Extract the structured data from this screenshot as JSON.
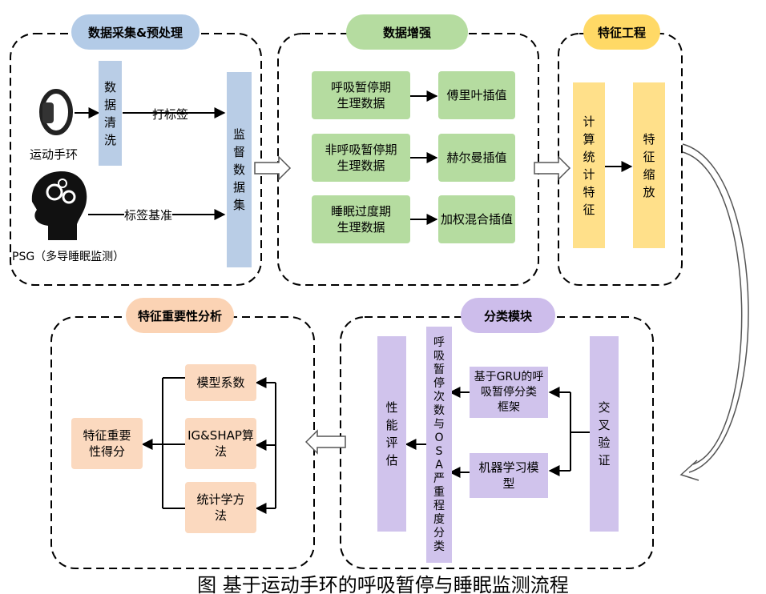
{
  "sections": {
    "collect": "数据采集&预处理",
    "augment": "数据增强",
    "feature": "特征工程",
    "importance": "特征重要性分析",
    "classify": "分类模块"
  },
  "collect": {
    "band_label": "运动手环",
    "psg_label": "PSG（多导睡眠监测）",
    "clean": "数据清洗",
    "label_arrow": "打标签",
    "standard_arrow": "标签基准",
    "dataset": "监督数据集"
  },
  "augment": {
    "rows": [
      {
        "data": "呼吸暂停期\n生理数据",
        "method": "傅里叶插值"
      },
      {
        "data": "非呼吸暂停期\n生理数据",
        "method": "赫尔曼插值"
      },
      {
        "data": "睡眠过度期\n生理数据",
        "method": "加权混合插值"
      }
    ]
  },
  "feature": {
    "compute": "计算统计特征",
    "scale": "特征缩放"
  },
  "classify": {
    "cross": "交叉验证",
    "gru": "基于GRU的呼\n吸暂停分类\n框架",
    "ml": "机器学习模\n型",
    "severity": "呼吸暂停次数与OSA严重程度分类",
    "perf": "性能评估"
  },
  "importance": {
    "model_coef": "模型系数",
    "ig_shap": "IG&SHAP算\n法",
    "stats": "统计学方\n法",
    "score": "特征重要\n性得分"
  },
  "caption": "图 基于运动手环的呼吸暂停与睡眠监测流程"
}
